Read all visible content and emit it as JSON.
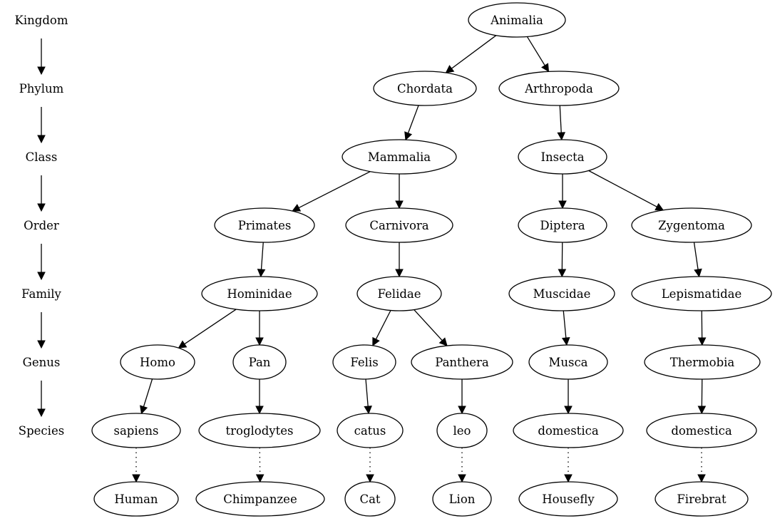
{
  "ranks": [
    "Kingdom",
    "Phylum",
    "Class",
    "Order",
    "Family",
    "Genus",
    "Species"
  ],
  "nodes": [
    {
      "id": "animalia",
      "label": "Animalia",
      "rank": 0
    },
    {
      "id": "chordata",
      "label": "Chordata",
      "rank": 1
    },
    {
      "id": "arthropoda",
      "label": "Arthropoda",
      "rank": 1
    },
    {
      "id": "mammalia",
      "label": "Mammalia",
      "rank": 2
    },
    {
      "id": "insecta",
      "label": "Insecta",
      "rank": 2
    },
    {
      "id": "primates",
      "label": "Primates",
      "rank": 3
    },
    {
      "id": "carnivora",
      "label": "Carnivora",
      "rank": 3
    },
    {
      "id": "diptera",
      "label": "Diptera",
      "rank": 3
    },
    {
      "id": "zygentoma",
      "label": "Zygentoma",
      "rank": 3
    },
    {
      "id": "hominidae",
      "label": "Hominidae",
      "rank": 4
    },
    {
      "id": "felidae",
      "label": "Felidae",
      "rank": 4
    },
    {
      "id": "muscidae",
      "label": "Muscidae",
      "rank": 4
    },
    {
      "id": "lepismatidae",
      "label": "Lepismatidae",
      "rank": 4
    },
    {
      "id": "homo",
      "label": "Homo",
      "rank": 5
    },
    {
      "id": "pan",
      "label": "Pan",
      "rank": 5
    },
    {
      "id": "felis",
      "label": "Felis",
      "rank": 5
    },
    {
      "id": "panthera",
      "label": "Panthera",
      "rank": 5
    },
    {
      "id": "musca",
      "label": "Musca",
      "rank": 5
    },
    {
      "id": "thermobia",
      "label": "Thermobia",
      "rank": 5
    },
    {
      "id": "sapiens",
      "label": "sapiens",
      "rank": 6
    },
    {
      "id": "troglodytes",
      "label": "troglodytes",
      "rank": 6
    },
    {
      "id": "catus",
      "label": "catus",
      "rank": 6
    },
    {
      "id": "leo",
      "label": "leo",
      "rank": 6
    },
    {
      "id": "musca_domestica",
      "label": "domestica",
      "rank": 6
    },
    {
      "id": "thermobia_domestica",
      "label": "domestica",
      "rank": 6
    },
    {
      "id": "human",
      "label": "Human",
      "rank": 7
    },
    {
      "id": "chimpanzee",
      "label": "Chimpanzee",
      "rank": 7
    },
    {
      "id": "cat",
      "label": "Cat",
      "rank": 7
    },
    {
      "id": "lion",
      "label": "Lion",
      "rank": 7
    },
    {
      "id": "housefly",
      "label": "Housefly",
      "rank": 7
    },
    {
      "id": "firebrat",
      "label": "Firebrat",
      "rank": 7
    }
  ],
  "edges": [
    {
      "from": "animalia",
      "to": "chordata",
      "style": "solid"
    },
    {
      "from": "animalia",
      "to": "arthropoda",
      "style": "solid"
    },
    {
      "from": "chordata",
      "to": "mammalia",
      "style": "solid"
    },
    {
      "from": "arthropoda",
      "to": "insecta",
      "style": "solid"
    },
    {
      "from": "mammalia",
      "to": "primates",
      "style": "solid"
    },
    {
      "from": "mammalia",
      "to": "carnivora",
      "style": "solid"
    },
    {
      "from": "insecta",
      "to": "diptera",
      "style": "solid"
    },
    {
      "from": "insecta",
      "to": "zygentoma",
      "style": "solid"
    },
    {
      "from": "primates",
      "to": "hominidae",
      "style": "solid"
    },
    {
      "from": "carnivora",
      "to": "felidae",
      "style": "solid"
    },
    {
      "from": "diptera",
      "to": "muscidae",
      "style": "solid"
    },
    {
      "from": "zygentoma",
      "to": "lepismatidae",
      "style": "solid"
    },
    {
      "from": "hominidae",
      "to": "homo",
      "style": "solid"
    },
    {
      "from": "hominidae",
      "to": "pan",
      "style": "solid"
    },
    {
      "from": "felidae",
      "to": "felis",
      "style": "solid"
    },
    {
      "from": "felidae",
      "to": "panthera",
      "style": "solid"
    },
    {
      "from": "muscidae",
      "to": "musca",
      "style": "solid"
    },
    {
      "from": "lepismatidae",
      "to": "thermobia",
      "style": "solid"
    },
    {
      "from": "homo",
      "to": "sapiens",
      "style": "solid"
    },
    {
      "from": "pan",
      "to": "troglodytes",
      "style": "solid"
    },
    {
      "from": "felis",
      "to": "catus",
      "style": "solid"
    },
    {
      "from": "panthera",
      "to": "leo",
      "style": "solid"
    },
    {
      "from": "musca",
      "to": "musca_domestica",
      "style": "solid"
    },
    {
      "from": "thermobia",
      "to": "thermobia_domestica",
      "style": "solid"
    },
    {
      "from": "sapiens",
      "to": "human",
      "style": "dotted"
    },
    {
      "from": "troglodytes",
      "to": "chimpanzee",
      "style": "dotted"
    },
    {
      "from": "catus",
      "to": "cat",
      "style": "dotted"
    },
    {
      "from": "leo",
      "to": "lion",
      "style": "dotted"
    },
    {
      "from": "musca_domestica",
      "to": "housefly",
      "style": "dotted"
    },
    {
      "from": "thermobia_domestica",
      "to": "firebrat",
      "style": "dotted"
    }
  ]
}
